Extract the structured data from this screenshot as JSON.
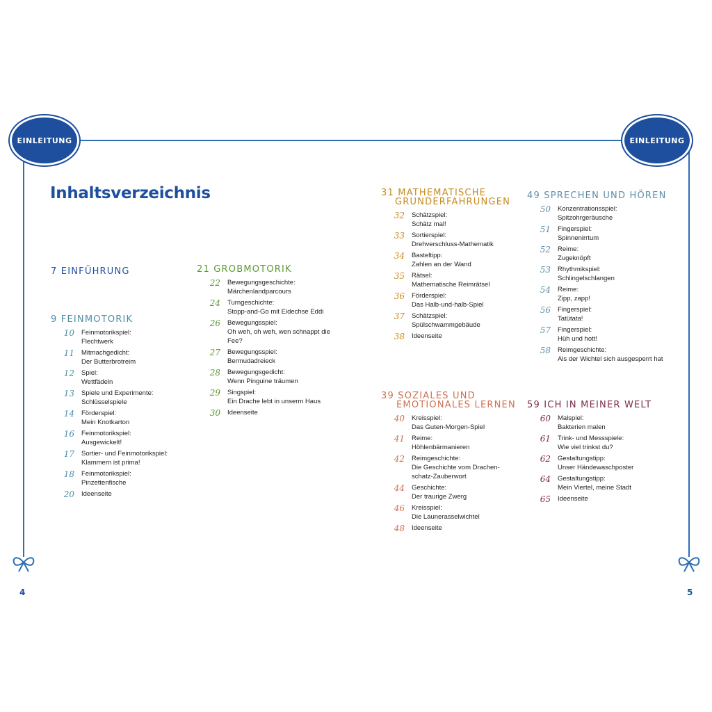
{
  "header": {
    "left_badge": "EINLEITUNG",
    "right_badge": "EINLEITUNG"
  },
  "title": "Inhaltsverzeichnis",
  "pages": {
    "left": "4",
    "right": "5"
  },
  "colors": {
    "frame": "#2c6fb3",
    "badge": "#1d4f9e"
  },
  "sections": {
    "einfuehrung": {
      "heading": "7 EINFÜHRUNG",
      "entries": []
    },
    "feinmotorik": {
      "heading": "9 FEINMOTORIK",
      "entries": [
        {
          "num": "10",
          "line1": "Feinmotorikspiel:",
          "line2": "Flechtwerk"
        },
        {
          "num": "11",
          "line1": "Mitmachgedicht:",
          "line2": "Der Butterbrotreim"
        },
        {
          "num": "12",
          "line1": "Spiel:",
          "line2": "Wettfädeln"
        },
        {
          "num": "13",
          "line1": "Spiele und Experimente:",
          "line2": "Schlüsselspiele"
        },
        {
          "num": "14",
          "line1": "Förderspiel:",
          "line2": "Mein Knotkarton"
        },
        {
          "num": "16",
          "line1": "Feinmotorikspiel:",
          "line2": "Ausgewickelt!"
        },
        {
          "num": "17",
          "line1": "Sortier- und Feinmotorikspiel:",
          "line2": "Klammern ist prima!"
        },
        {
          "num": "18",
          "line1": "Feinmotorikspiel:",
          "line2": "Pinzettenfische"
        },
        {
          "num": "20",
          "line1": "Ideenseite",
          "line2": ""
        }
      ]
    },
    "grobmotorik": {
      "heading": "21 GROBMOTORIK",
      "entries": [
        {
          "num": "22",
          "line1": "Bewegungsgeschichte:",
          "line2": "Märchenlandparcours"
        },
        {
          "num": "24",
          "line1": "Turngeschichte:",
          "line2": "Stopp-and-Go mit Eidechse Eddi"
        },
        {
          "num": "26",
          "line1": "Bewegungsspiel:",
          "line2": "Oh weh, oh weh, wen schnappt die",
          "line3": "Fee?"
        },
        {
          "num": "27",
          "line1": "Bewegungsspiel:",
          "line2": "Bermudadreieck"
        },
        {
          "num": "28",
          "line1": "Bewegungsgedicht:",
          "line2": "Wenn Pinguine träumen"
        },
        {
          "num": "29",
          "line1": "Singspiel:",
          "line2": "Ein Drache lebt in unserm Haus"
        },
        {
          "num": "30",
          "line1": "Ideenseite",
          "line2": ""
        }
      ]
    },
    "mathematik": {
      "heading1": "31 MATHEMATISCHE",
      "heading2": "GRUNDERFAHRUNGEN",
      "entries": [
        {
          "num": "32",
          "line1": "Schätzspiel:",
          "line2": "Schätz mal!"
        },
        {
          "num": "33",
          "line1": "Sortierspiel:",
          "line2": "Drehverschluss-Mathematik"
        },
        {
          "num": "34",
          "line1": "Basteltipp:",
          "line2": "Zahlen an der Wand"
        },
        {
          "num": "35",
          "line1": "Rätsel:",
          "line2": "Mathematische Reimrätsel"
        },
        {
          "num": "36",
          "line1": "Förderspiel:",
          "line2": "Das Halb-und-halb-Spiel"
        },
        {
          "num": "37",
          "line1": "Schätzspiel:",
          "line2": "Spülschwammgebäude"
        },
        {
          "num": "38",
          "line1": "Ideenseite",
          "line2": ""
        }
      ]
    },
    "soziales": {
      "heading1": "39 SOZIALES UND",
      "heading2": "EMOTIONALES LERNEN",
      "entries": [
        {
          "num": "40",
          "line1": "Kreisspiel:",
          "line2": "Das Guten-Morgen-Spiel"
        },
        {
          "num": "41",
          "line1": "Reime:",
          "line2": "Höhlenbärmanieren"
        },
        {
          "num": "42",
          "line1": "Reimgeschichte:",
          "line2": "Die Geschichte vom Drachen-",
          "line3": "schatz-Zauberwort"
        },
        {
          "num": "44",
          "line1": "Geschichte:",
          "line2": "Der traurige Zwerg"
        },
        {
          "num": "46",
          "line1": "Kreisspiel:",
          "line2": "Die Launerasselwichtel"
        },
        {
          "num": "48",
          "line1": "Ideenseite",
          "line2": ""
        }
      ]
    },
    "sprechen": {
      "heading": "49 SPRECHEN UND HÖREN",
      "entries": [
        {
          "num": "50",
          "line1": "Konzentrationsspiel:",
          "line2": "Spitzohrgeräusche"
        },
        {
          "num": "51",
          "line1": "Fingerspiel:",
          "line2": "Spinnenirrtum"
        },
        {
          "num": "52",
          "line1": "Reime:",
          "line2": "Zugeknöpft"
        },
        {
          "num": "53",
          "line1": "Rhythmikspiel:",
          "line2": "Schlingelschlangen"
        },
        {
          "num": "54",
          "line1": "Reime:",
          "line2": "Zipp, zapp!"
        },
        {
          "num": "56",
          "line1": "Fingerspiel:",
          "line2": "Tatütata!"
        },
        {
          "num": "57",
          "line1": "Fingerspiel:",
          "line2": "Hüh und hott!"
        },
        {
          "num": "58",
          "line1": "Reimgeschichte:",
          "line2": "Als der Wichtel sich ausgesperrt hat"
        }
      ]
    },
    "ichwelt": {
      "heading": "59 ICH IN MEINER WELT",
      "entries": [
        {
          "num": "60",
          "line1": "Malspiel:",
          "line2": "Bakterien malen"
        },
        {
          "num": "61",
          "line1": "Trink- und Messspiele:",
          "line2": "Wie viel trinkst du?"
        },
        {
          "num": "62",
          "line1": "Gestaltungstipp:",
          "line2": "Unser Händewaschposter"
        },
        {
          "num": "64",
          "line1": "Gestaltungstipp:",
          "line2": "Mein Viertel, meine Stadt"
        },
        {
          "num": "65",
          "line1": "Ideenseite",
          "line2": ""
        }
      ]
    }
  }
}
